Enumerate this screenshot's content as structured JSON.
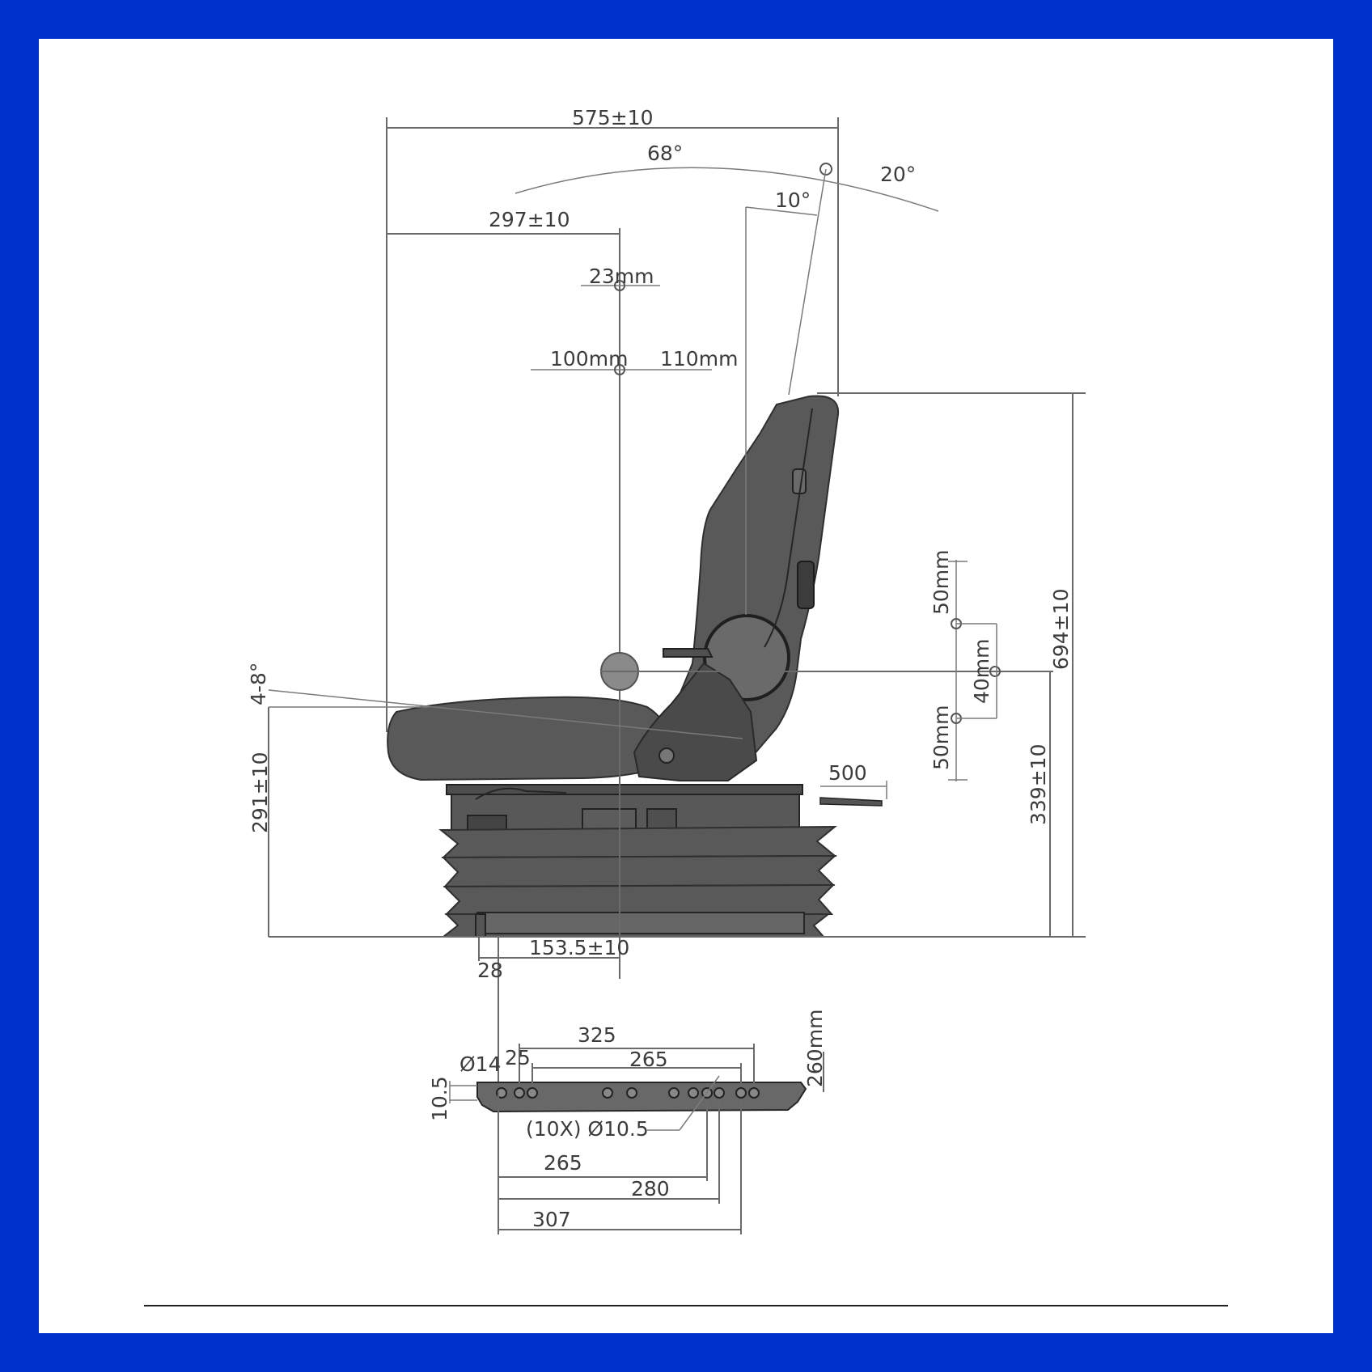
{
  "colors": {
    "frame": "#0033cc",
    "background": "#ffffff",
    "lines": "#6a6a6a",
    "seat_fill": "#595959"
  },
  "dimensions": {
    "overall_depth": "575±10",
    "angle_total": "68°",
    "angle_rear": "20°",
    "angle_small": "10°",
    "depth_to_sip": "297±10",
    "adj_23": "23mm",
    "adj_100": "100mm",
    "adj_110": "110mm",
    "backrest_height": "694±10",
    "height_adj_top": "50mm",
    "height_adj_mid": "40mm",
    "height_adj_bottom": "50mm",
    "sip_height": "339±10",
    "seat_tilt": "4-8°",
    "seat_height": "291±10",
    "slide_500": "500",
    "offset_153": "153.5±10",
    "offset_28": "28"
  },
  "base_plate": {
    "dim_325": "325",
    "dim_25": "25",
    "dim_265_top": "265",
    "dim_14": "Ø14",
    "dim_10_5": "10.5",
    "dim_260": "260mm",
    "holes": "(10X) Ø10.5",
    "dim_265_bottom": "265",
    "dim_280": "280",
    "dim_307": "307"
  }
}
